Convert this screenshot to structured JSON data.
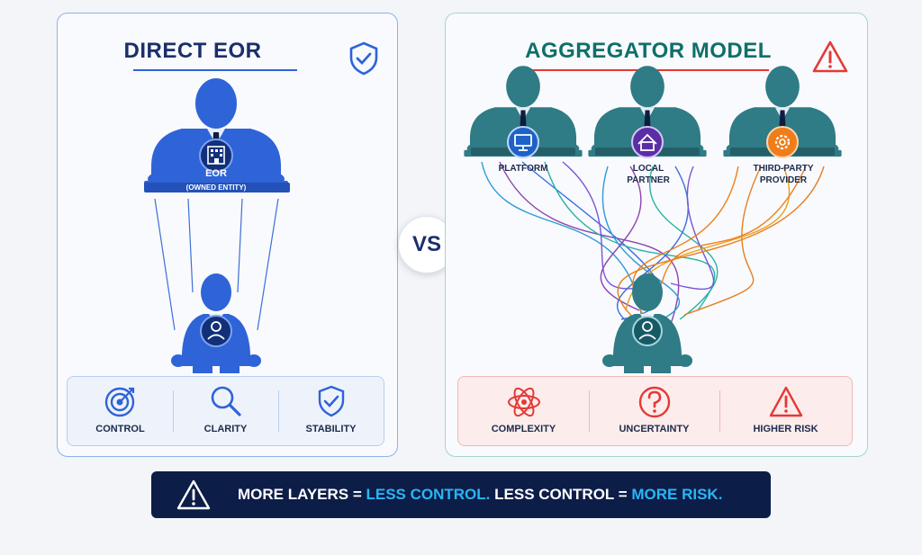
{
  "direct": {
    "title": "DIRECT EOR",
    "eor_label": "EOR",
    "eor_sublabel": "(OWNED ENTITY)",
    "benefits": [
      "CONTROL",
      "CLARITY",
      "STABILITY"
    ]
  },
  "vs_label": "VS",
  "aggregator": {
    "title": "AGGREGATOR MODEL",
    "puppeteers": [
      "PLATFORM",
      "LOCAL PARTNER",
      "THIRD-PARTY PROVIDER"
    ],
    "risks": [
      "COMPLEXITY",
      "UNCERTAINTY",
      "HIGHER RISK"
    ]
  },
  "banner": {
    "part1": "MORE LAYERS = ",
    "part2": "LESS CONTROL.",
    "part3": " LESS CONTROL = ",
    "part4": "MORE RISK."
  },
  "colors": {
    "blue_figure": "#2f63d8",
    "teal_figure": "#2f7b86",
    "navy": "#1b2f6b",
    "teal_title": "#0f6f6a",
    "red": "#e53935",
    "accent": "#29b6f6"
  },
  "icons": [
    "shield-check-icon",
    "warning-icon",
    "building-icon",
    "user-icon",
    "monitor-icon",
    "house-icon",
    "gear-icon",
    "target-icon",
    "magnifier-icon",
    "atom-icon",
    "question-icon"
  ]
}
